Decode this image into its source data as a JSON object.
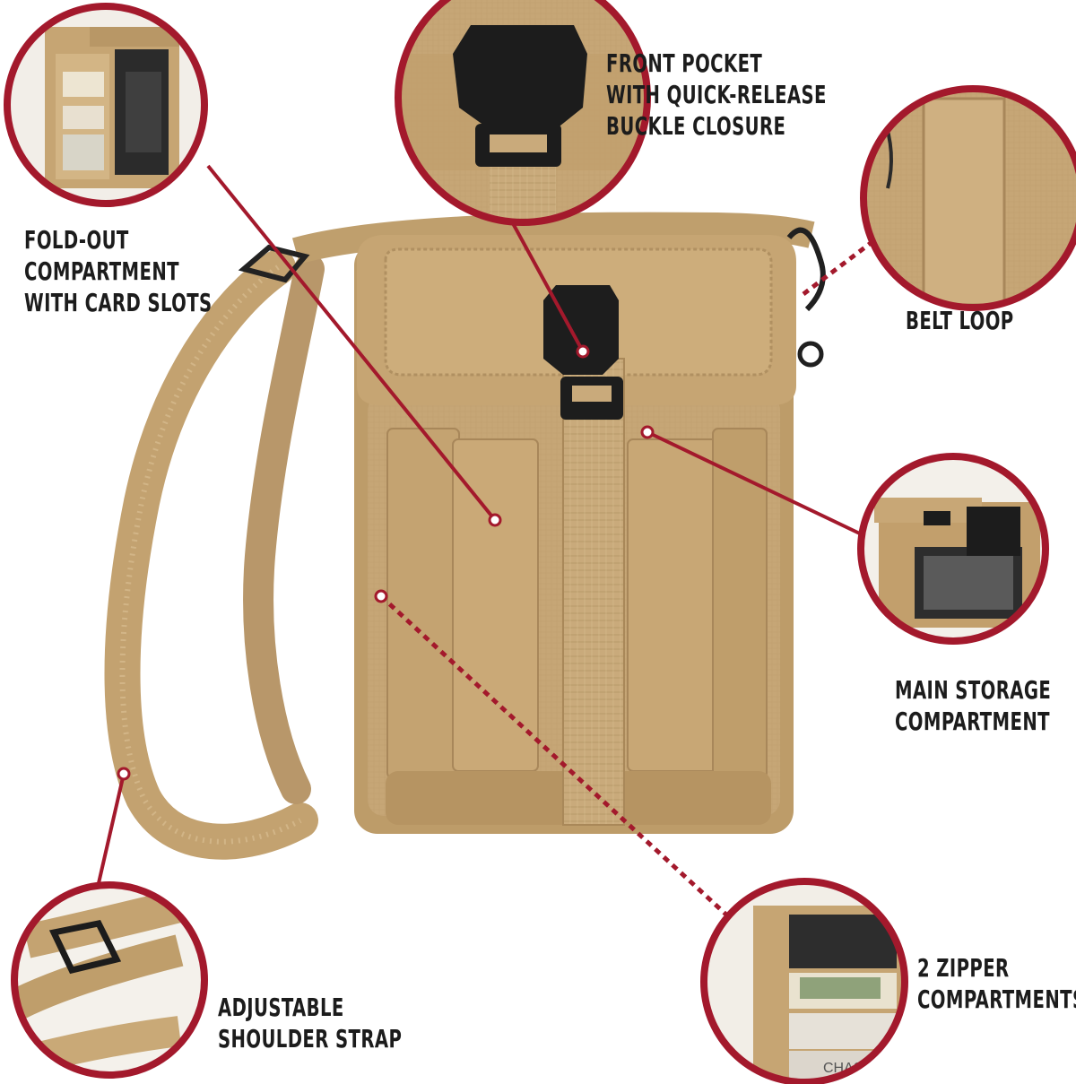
{
  "labels": {
    "fold_out": [
      "FOLD-OUT",
      "COMPARTMENT",
      "WITH CARD SLOTS"
    ],
    "front_pocket": [
      "FRONT POCKET",
      "WITH QUICK-RELEASE",
      "BUCKLE CLOSURE"
    ],
    "belt_loop": [
      "BELT LOOP"
    ],
    "main_storage": [
      "MAIN STORAGE",
      "COMPARTMENT"
    ],
    "zipper": [
      "2 ZIPPER",
      "COMPARTMENTS"
    ],
    "strap": [
      "ADJUSTABLE",
      "SHOULDER STRAP"
    ]
  },
  "product_text": {
    "card_logo": "CHASE"
  },
  "colors": {
    "accent_red": "#a3192c",
    "canvas_khaki": "#c8a878",
    "canvas_shadow": "#a48458",
    "canvas_light": "#d6bb8e",
    "buckle_black": "#1d1d1d",
    "text": "#1c1c1c",
    "background": "#ffffff"
  }
}
